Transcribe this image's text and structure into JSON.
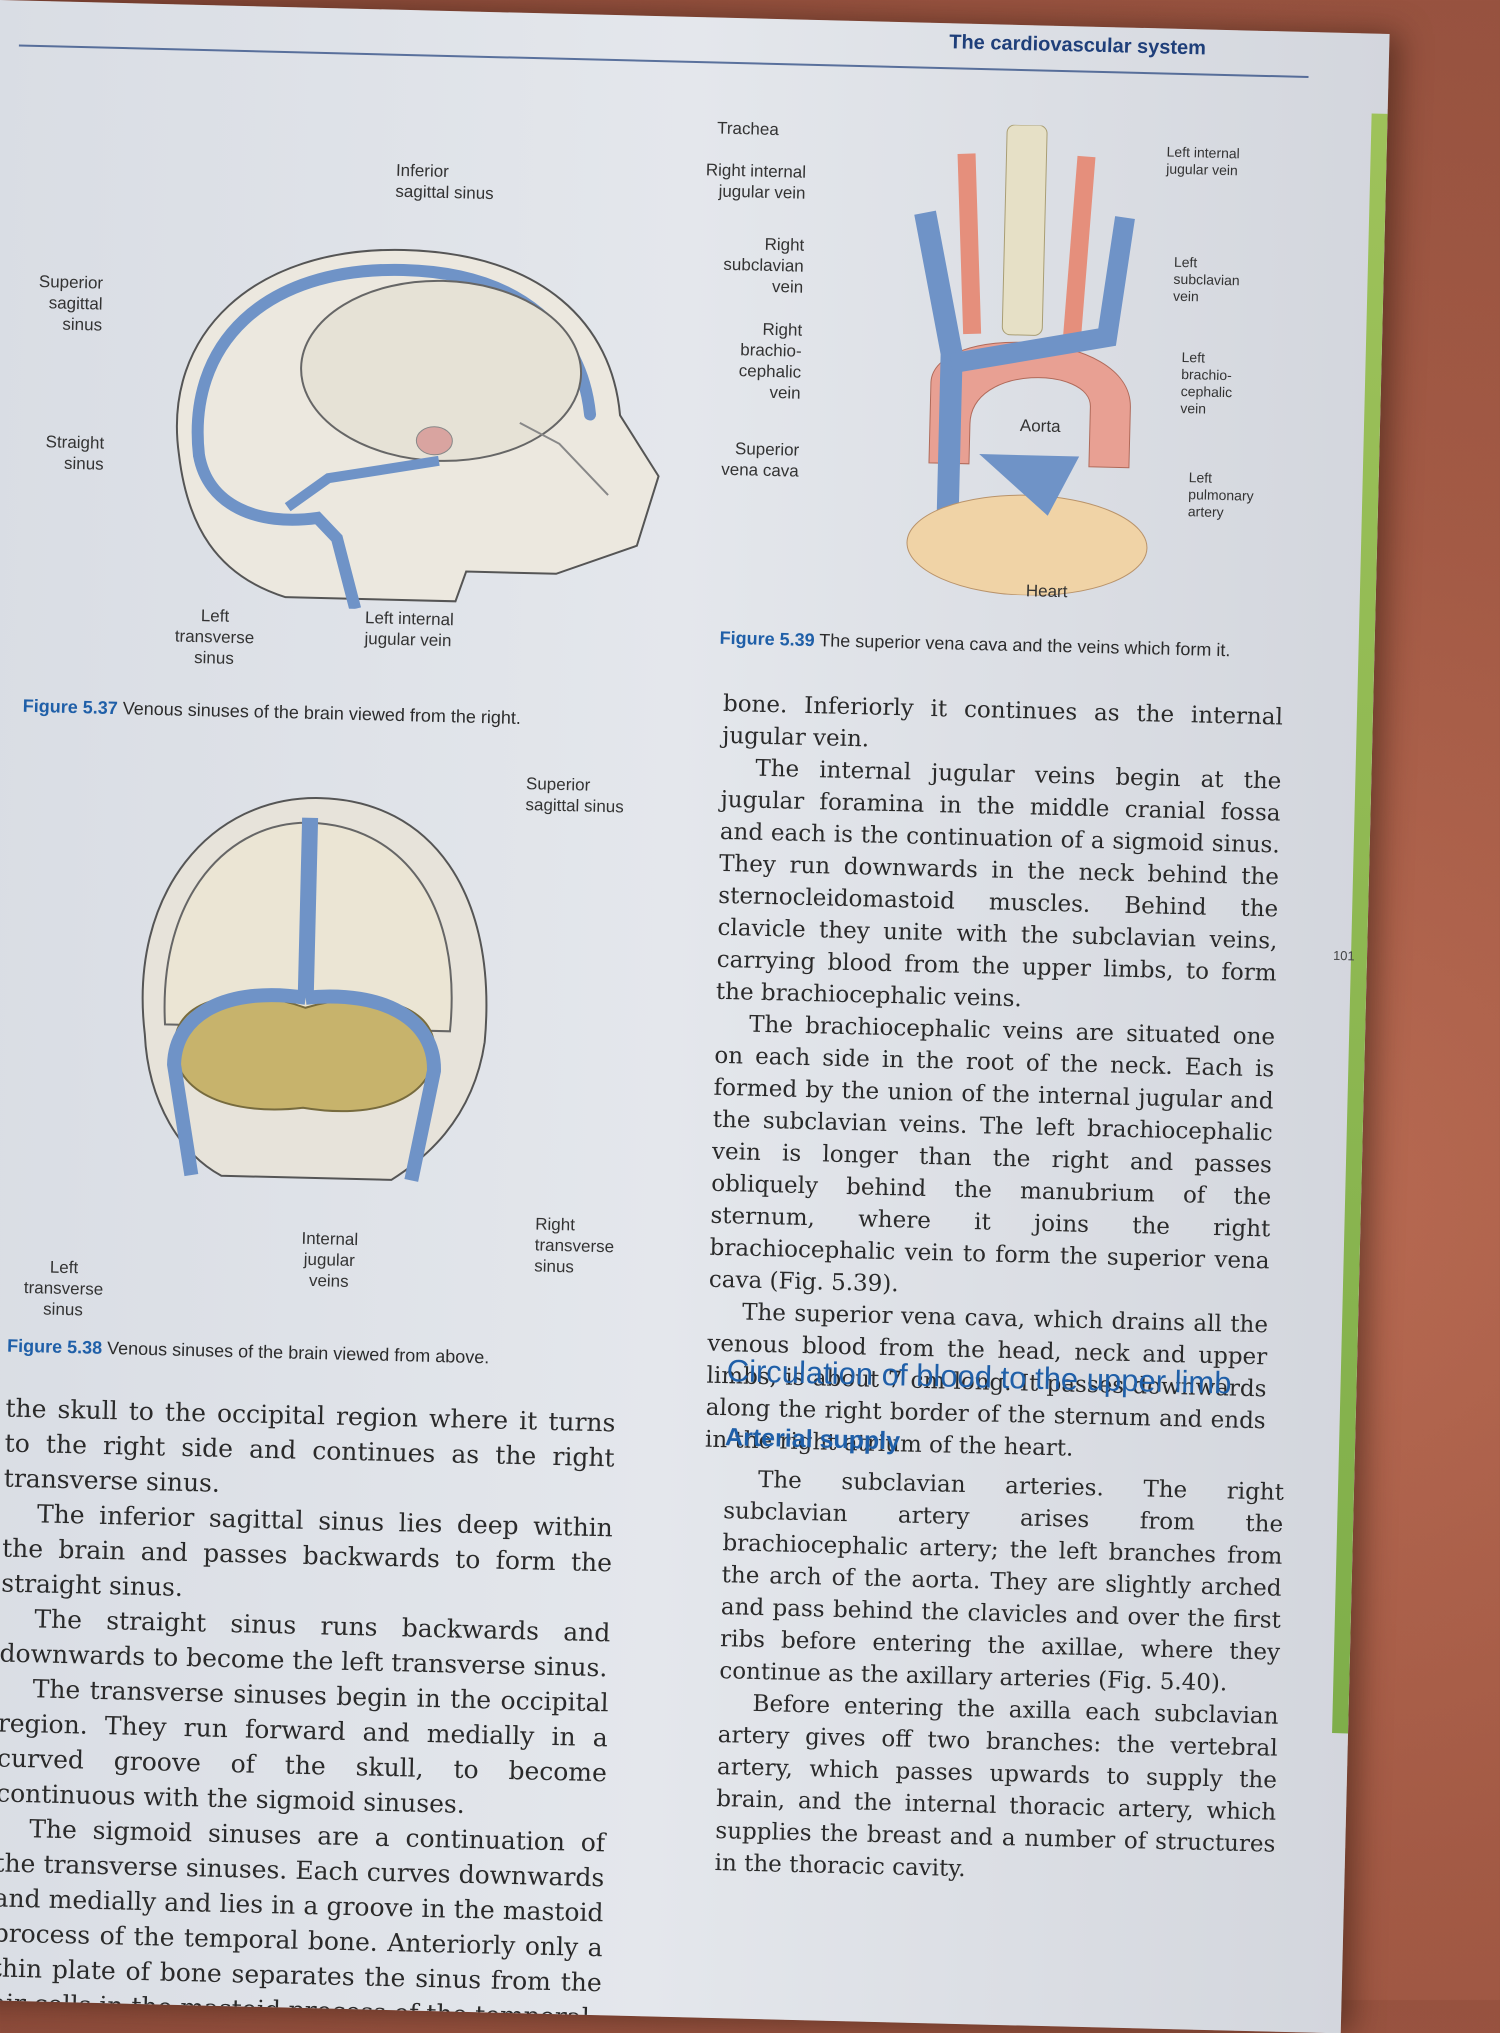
{
  "header": {
    "running_title": "The cardiovascular system",
    "page_number": "101"
  },
  "fig37": {
    "labels": {
      "inferior_sagittal": "Inferior\nsagittal sinus",
      "superior_sagittal": "Superior\nsagittal\nsinus",
      "straight": "Straight\nsinus",
      "left_transverse": "Left\ntransverse\nsinus",
      "left_internal_jugular": "Left internal\njugular vein"
    },
    "caption_num": "Figure 5.37",
    "caption_text": " Venous sinuses of the brain viewed from the right."
  },
  "fig38": {
    "labels": {
      "superior_sagittal": "Superior\nsagittal sinus",
      "left_transverse": "Left\ntransverse\nsinus",
      "internal_jugular": "Internal\njugular\nveins",
      "right_transverse": "Right\ntransverse\nsinus"
    },
    "caption_num": "Figure 5.38",
    "caption_text": " Venous sinuses of the brain viewed from above."
  },
  "fig39": {
    "labels": {
      "trachea": "Trachea",
      "right_internal_jugular": "Right internal\njugular vein",
      "right_subclavian": "Right\nsubclavian\nvein",
      "right_brachiocephalic": "Right\nbrachio-\ncephalic\nvein",
      "svc": "Superior\nvena cava",
      "left_internal_jugular": "Left internal\njugular vein",
      "left_subclavian": "Left\nsubclavian\nvein",
      "left_brachiocephalic": "Left\nbrachio-\ncephalic\nvein",
      "left_pulmonary": "Left\npulmonary\nartery",
      "aorta": "Aorta",
      "heart": "Heart"
    },
    "caption_num": "Figure 5.39",
    "caption_text": " The superior vena cava and the veins which form it."
  },
  "left_col": [
    "the skull to the occipital region where it turns to the right side and continues as the right transverse sinus.",
    "The inferior sagittal sinus lies deep within the brain and passes backwards to form the straight sinus.",
    "The straight sinus runs backwards and downwards to become the left transverse sinus.",
    "The transverse sinuses begin in the occipital region. They run forward and medially in a curved groove of the skull, to become continuous with the sigmoid sinuses.",
    "The sigmoid sinuses are a continuation of the transverse sinuses. Each curves downwards and medially and lies in a groove in the mastoid process of the temporal bone. Anteriorly only a thin plate of bone separates the sinus from the air cells in the mastoid process of the temporal"
  ],
  "right_col": [
    "bone. Inferiorly it continues as the internal jugular vein.",
    "The internal jugular veins begin at the jugular foramina in the middle cranial fossa and each is the continuation of a sigmoid sinus. They run downwards in the neck behind the sternocleidomastoid muscles. Behind the clavicle they unite with the subclavian veins, carrying blood from the upper limbs, to form the brachiocephalic veins.",
    "The brachiocephalic veins are situated one on each side in the root of the neck. Each is formed by the union of the internal jugular and the subclavian veins. The left brachiocephalic vein is longer than the right and passes obliquely behind the manubrium of the sternum, where it joins the right brachiocephalic vein to form the superior vena cava (Fig. 5.39).",
    "The superior vena cava, which drains all the venous blood from the head, neck and upper limbs, is about 7 cm long. It passes downwards along the right border of the sternum and ends in the right atrium of the heart."
  ],
  "section": {
    "title": "Circulation of blood to the upper limb",
    "subtitle": "Arterial supply",
    "paras": [
      "The subclavian arteries. The right subclavian artery arises from the brachiocephalic artery; the left branches from the arch of the aorta. They are slightly arched and pass behind the clavicles and over the first ribs before entering the axillae, where they continue as the axillary arteries (Fig. 5.40).",
      "Before entering the axilla each subclavian artery gives off two branches: the vertebral artery, which passes upwards to supply the brain, and the internal thoracic artery, which supplies the breast and a number of structures in the thoracic cavity."
    ]
  }
}
